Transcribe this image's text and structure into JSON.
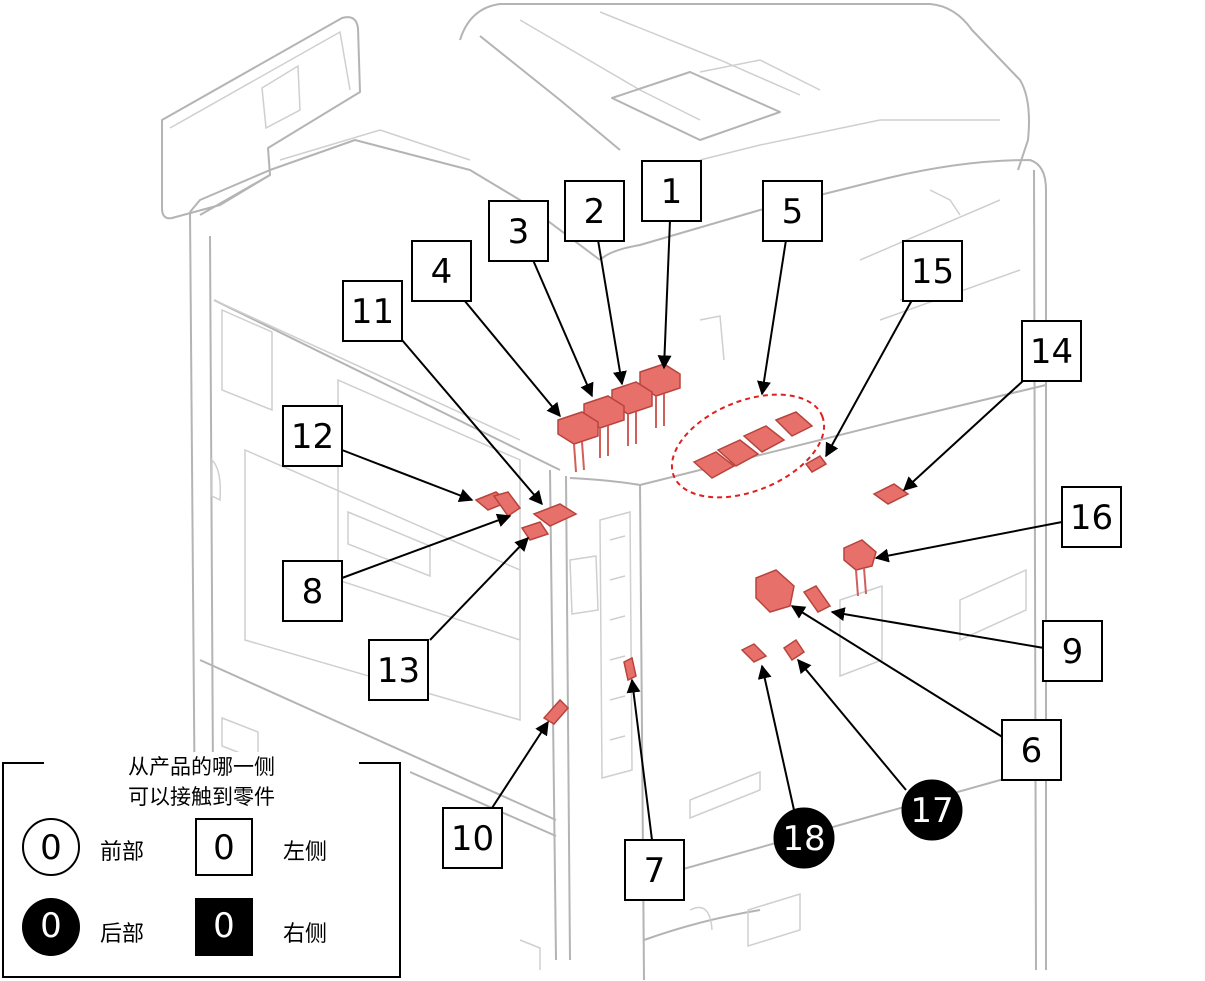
{
  "labels": [
    {
      "id": "1",
      "style": "box"
    },
    {
      "id": "2",
      "style": "box"
    },
    {
      "id": "3",
      "style": "box"
    },
    {
      "id": "4",
      "style": "box"
    },
    {
      "id": "5",
      "style": "box"
    },
    {
      "id": "6",
      "style": "box"
    },
    {
      "id": "7",
      "style": "box"
    },
    {
      "id": "8",
      "style": "box"
    },
    {
      "id": "9",
      "style": "box"
    },
    {
      "id": "10",
      "style": "box"
    },
    {
      "id": "11",
      "style": "box"
    },
    {
      "id": "12",
      "style": "box"
    },
    {
      "id": "13",
      "style": "box"
    },
    {
      "id": "14",
      "style": "box"
    },
    {
      "id": "15",
      "style": "box"
    },
    {
      "id": "16",
      "style": "box"
    },
    {
      "id": "17",
      "style": "circle-filled"
    },
    {
      "id": "18",
      "style": "circle-filled"
    }
  ],
  "legend": {
    "title_line1": "从产品的哪一侧",
    "title_line2": "可以接触到零件",
    "symbol_value": "0",
    "front_label": "前部",
    "left_label": "左侧",
    "rear_label": "后部",
    "right_label": "右侧"
  },
  "colors": {
    "part_fill": "#e8706a",
    "highlight_ellipse": "#e02020",
    "machine_lines": "#b4b4b4"
  }
}
